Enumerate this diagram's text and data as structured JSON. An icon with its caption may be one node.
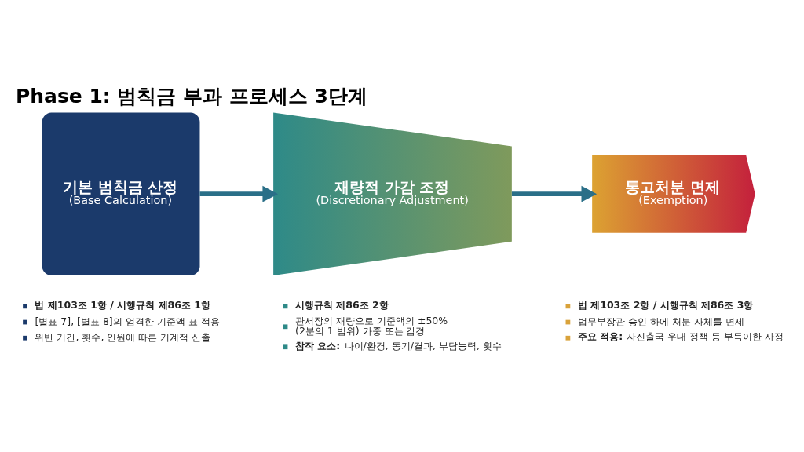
{
  "diagram": {
    "title": "Phase 1: 범칙금 부과 프로세스 3단계",
    "nodes": [
      {
        "text": [
          "기본 범칙금 산정",
          "(Base Calculation)"
        ],
        "beside": [
          "법 제103조 1항 / 시행규칙 제86조 1항",
          "[별표 7], [별표 8]의 엄격한 기준액 표 적용",
          "위반 기간, 횟수, 인원에 따른 기계적 산출"
        ]
      },
      {
        "text": [
          "재량적 가감 조정",
          "(Discretionary Adjustment)"
        ],
        "beside": [
          "시행규칙 제86조 2항",
          "관서장의 재량으로 기준액의 ±50% (2분의 1 범위) 가중 또는 감경",
          "**참작 요소:** 나이/환경, 동기/결과, 부담능력, 횟수"
        ]
      },
      {
        "text": [
          "통고처분 면제",
          "(Exemption)"
        ],
        "beside": [
          "법 제103조 2항 / 시행규칙 제86조 3항",
          "법무부장관 승인 하에 처분 자체를 면제",
          "**주요 적용:** 자진출국 우대 정책 등 부득이한 사정"
        ]
      }
    ],
    "edges": [
      {
        "from": 0,
        "to": 1,
        "arrow": "to"
      },
      {
        "from": 1,
        "to": 2,
        "arrow": "to"
      }
    ]
  }
}
